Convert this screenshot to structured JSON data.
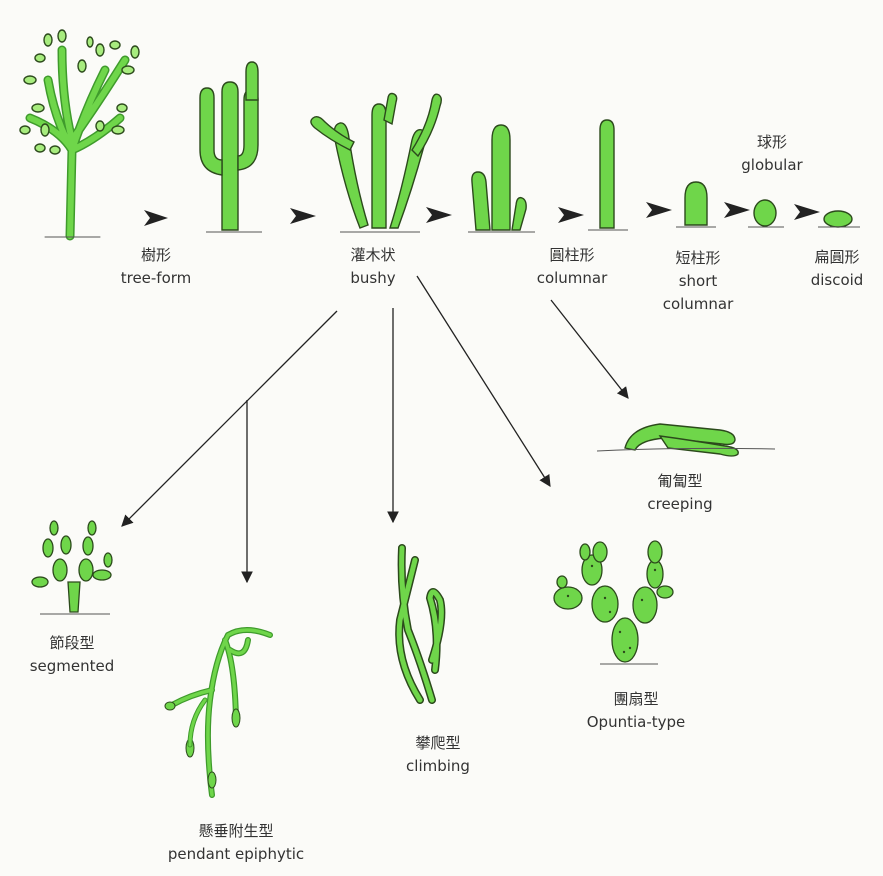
{
  "diagram": {
    "nodes": [
      {
        "id": "tree_form",
        "ja": "樹形",
        "en": "tree-form"
      },
      {
        "id": "bushy",
        "ja": "灌木状",
        "en": "bushy"
      },
      {
        "id": "columnar",
        "ja": "圓柱形",
        "en": "columnar"
      },
      {
        "id": "short_columnar",
        "ja": "短柱形",
        "en": "short columnar"
      },
      {
        "id": "globular",
        "ja": "球形",
        "en": "globular"
      },
      {
        "id": "discoid",
        "ja": "扁圓形",
        "en": "discoid"
      },
      {
        "id": "creeping",
        "ja": "匍匐型",
        "en": "creeping"
      },
      {
        "id": "segmented",
        "ja": "節段型",
        "en": "segmented"
      },
      {
        "id": "pendant_epiphytic",
        "ja": "懸垂附生型",
        "en": "pendant epiphytic"
      },
      {
        "id": "climbing",
        "ja": "攀爬型",
        "en": "climbing"
      },
      {
        "id": "opuntia_type",
        "ja": "團扇型",
        "en": "Opuntia-type"
      }
    ],
    "edges": [
      {
        "from": "tree_form",
        "to": "bushy"
      },
      {
        "from": "bushy",
        "to": "columnar"
      },
      {
        "from": "columnar",
        "to": "short_columnar"
      },
      {
        "from": "short_columnar",
        "to": "globular"
      },
      {
        "from": "globular",
        "to": "discoid"
      },
      {
        "from": "columnar",
        "to": "creeping"
      },
      {
        "from": "bushy",
        "to": "segmented"
      },
      {
        "from": "bushy",
        "to": "pendant_epiphytic"
      },
      {
        "from": "bushy",
        "to": "climbing"
      },
      {
        "from": "bushy",
        "to": "opuntia_type"
      }
    ]
  },
  "colors": {
    "plant_fill": "#6fd64a",
    "plant_light": "#a7ec7e",
    "plant_dark": "#3f9b2c",
    "outline": "#2c4a1c",
    "text": "#333333",
    "arrow": "#222222"
  }
}
